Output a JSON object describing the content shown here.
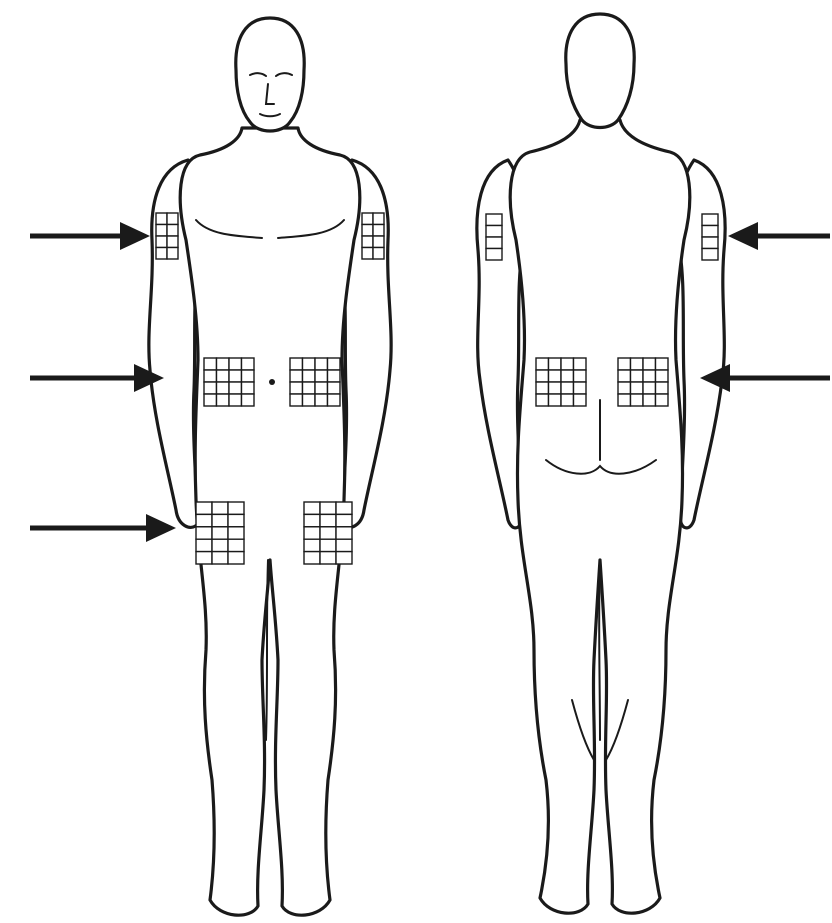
{
  "figures": [
    {
      "view": "front"
    },
    {
      "view": "back"
    }
  ],
  "injection_sites": {
    "front": [
      "upper-arm-left",
      "upper-arm-right",
      "abdomen-left",
      "abdomen-right",
      "thigh-left",
      "thigh-right"
    ],
    "back": [
      "upper-arm-left",
      "upper-arm-right",
      "lower-back-left",
      "lower-back-right"
    ]
  },
  "arrows": {
    "front": [
      "upper-arm",
      "abdomen",
      "thigh"
    ],
    "back": [
      "upper-arm",
      "lower-back"
    ]
  },
  "colors": {
    "line": "#1a1a1a",
    "background": "#ffffff"
  },
  "icons": [
    "arrow-right-icon",
    "arrow-left-icon"
  ]
}
